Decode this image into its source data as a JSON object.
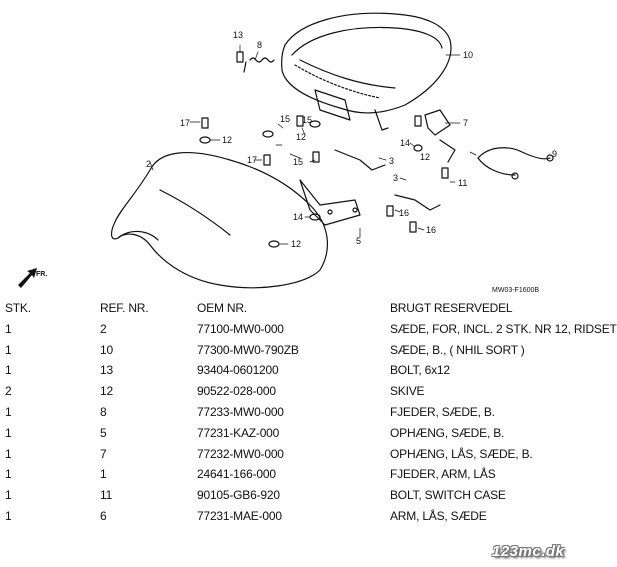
{
  "diagram": {
    "code": "MW03-F1600B",
    "front_label": "FR.",
    "callouts": [
      "13",
      "8",
      "10",
      "17",
      "12",
      "15",
      "12",
      "15",
      "7",
      "2",
      "17",
      "15",
      "14",
      "9",
      "12",
      "3",
      "11",
      "3",
      "16",
      "14",
      "16",
      "5",
      "12"
    ]
  },
  "table": {
    "headers": {
      "stk": "STK.",
      "ref": "REF. NR.",
      "oem": "OEM NR.",
      "desc": "BRUGT RESERVEDEL"
    },
    "rows": [
      {
        "stk": "1",
        "ref": "2",
        "oem": "77100-MW0-000",
        "desc": "SÆDE, FOR, INCL. 2 STK. NR 12, RIDSET"
      },
      {
        "stk": "1",
        "ref": "10",
        "oem": "77300-MW0-790ZB",
        "desc": "SÆDE, B., ( NHIL SORT )"
      },
      {
        "stk": "1",
        "ref": "13",
        "oem": "93404-0601200",
        "desc": "BOLT, 6x12"
      },
      {
        "stk": "2",
        "ref": "12",
        "oem": "90522-028-000",
        "desc": "SKIVE"
      },
      {
        "stk": "1",
        "ref": "8",
        "oem": "77233-MW0-000",
        "desc": "FJEDER, SÆDE, B."
      },
      {
        "stk": "1",
        "ref": "5",
        "oem": "77231-KAZ-000",
        "desc": "OPHÆNG, SÆDE, B."
      },
      {
        "stk": "1",
        "ref": "7",
        "oem": "77232-MW0-000",
        "desc": "OPHÆNG, LÅS, SÆDE, B."
      },
      {
        "stk": "1",
        "ref": "1",
        "oem": "24641-166-000",
        "desc": "FJEDER, ARM, LÅS"
      },
      {
        "stk": "1",
        "ref": "11",
        "oem": "90105-GB6-920",
        "desc": "BOLT, SWITCH CASE"
      },
      {
        "stk": "1",
        "ref": "6",
        "oem": "77231-MAE-000",
        "desc": "ARM, LÅS, SÆDE"
      }
    ]
  },
  "watermark": "123mc.dk"
}
